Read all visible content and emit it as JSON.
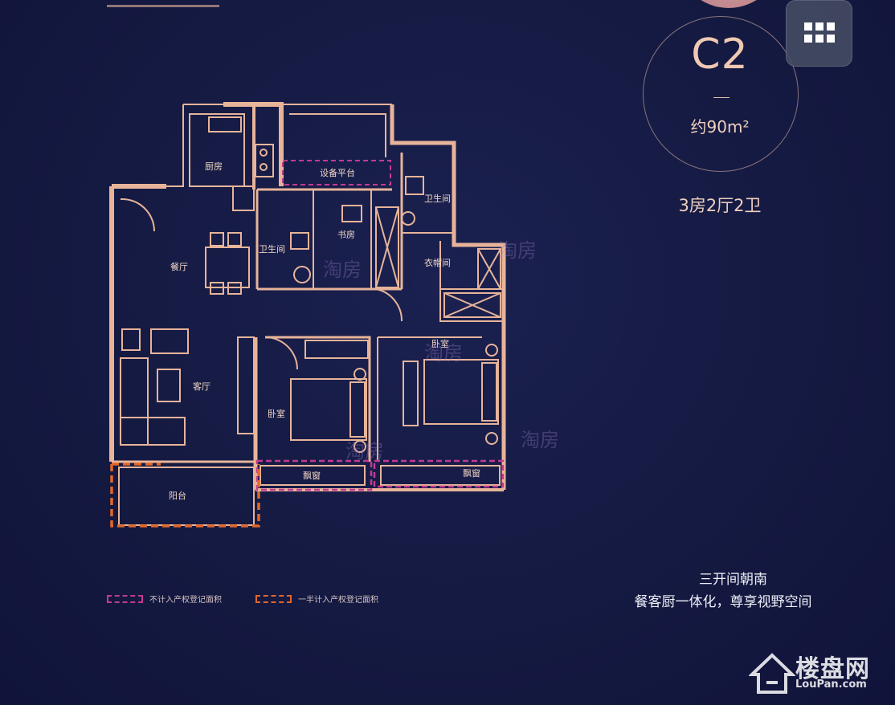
{
  "model": {
    "code": "C2",
    "area": "约90m²",
    "layout": "3房2厅2卫"
  },
  "rooms": {
    "kitchen": "厨房",
    "equipment_platform": "设备平台",
    "bathroom_left": "卫生间",
    "bathroom_right": "卫生间",
    "study": "书房",
    "closet": "衣帽间",
    "dining": "餐厅",
    "living": "客厅",
    "bedroom_left": "卧室",
    "bedroom_right": "卧室",
    "bay_window_left": "飘窗",
    "bay_window_right": "飘窗",
    "balcony": "阳台"
  },
  "legend": {
    "excluded": {
      "label": "不计入产权登记面积",
      "color": "#c23a92"
    },
    "half": {
      "label": "一半计入产权登记面积",
      "color": "#e0672a"
    }
  },
  "features": {
    "line1": "三开间朝南",
    "line2": "餐客厨一体化，尊享视野空间"
  },
  "watermarks": {
    "taofang": "淘房",
    "site_name": "楼盘网",
    "site_url": "LouPan.com"
  },
  "colors": {
    "background": "#151a42",
    "wall": "#e7b49a",
    "accent": "#f0c9b3"
  }
}
